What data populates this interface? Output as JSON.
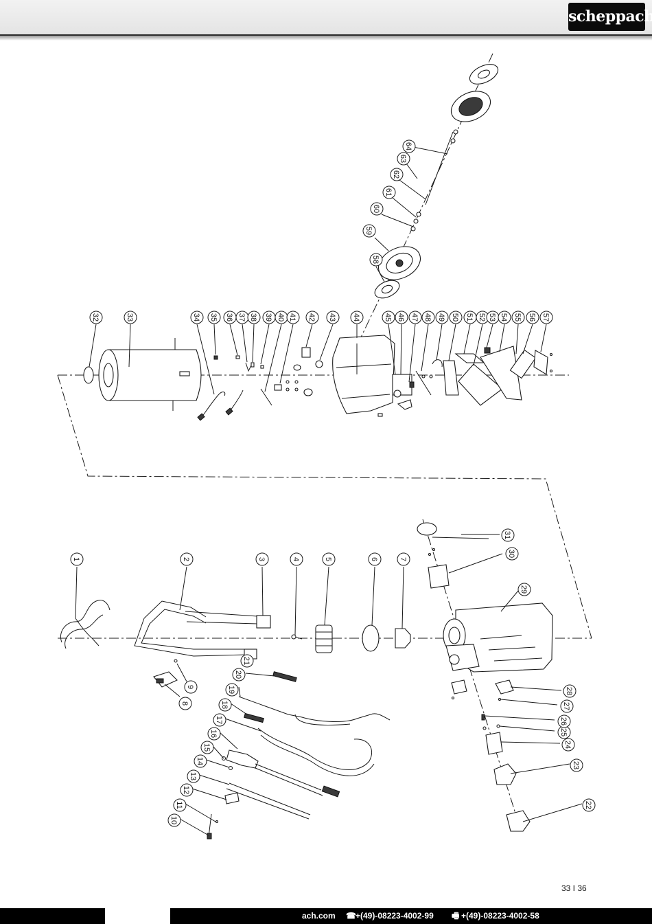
{
  "brand": {
    "logo_text": "scheppach"
  },
  "diagram": {
    "callouts_upper": [
      "32",
      "33",
      "34",
      "35",
      "36",
      "37",
      "38",
      "39",
      "40",
      "41",
      "42",
      "43",
      "44",
      "45",
      "46",
      "47",
      "48",
      "49",
      "50",
      "51",
      "52",
      "53",
      "54",
      "55",
      "56",
      "57",
      "58",
      "59",
      "60",
      "61",
      "62",
      "63",
      "64"
    ],
    "callouts_lower": [
      "1",
      "2",
      "3",
      "4",
      "5",
      "6",
      "7",
      "8",
      "9",
      "10",
      "11",
      "12",
      "13",
      "14",
      "15",
      "16",
      "17",
      "18",
      "19",
      "20",
      "21",
      "22",
      "23",
      "24",
      "25",
      "26",
      "27",
      "28",
      "29",
      "30",
      "31"
    ]
  },
  "page": {
    "number": "33 I 36"
  },
  "footer": {
    "website": "ach.com",
    "phone_icon": "telephone-icon",
    "phone": "+(49)-08223-4002-99",
    "fax_icon": "fax-icon",
    "fax": "+(49)-08223-4002-58"
  }
}
